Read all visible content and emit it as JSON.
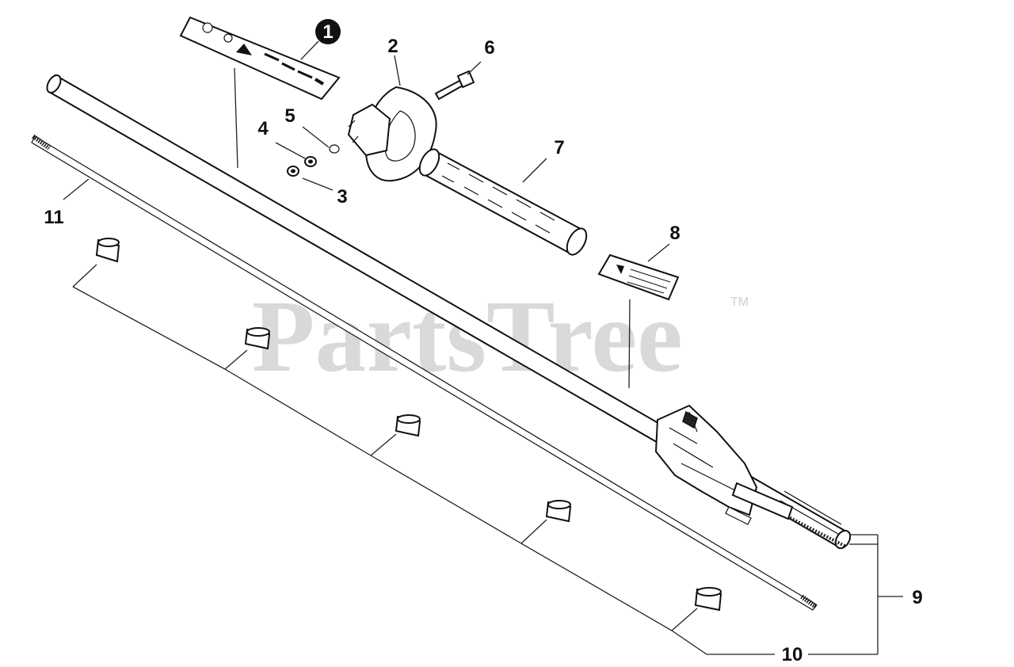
{
  "diagram": {
    "watermark": "PartsTree",
    "trademark": "TM",
    "callouts": {
      "c1": "1",
      "c2": "2",
      "c3": "3",
      "c4": "4",
      "c5": "5",
      "c6": "6",
      "c7": "7",
      "c8": "8",
      "c9": "9",
      "c10": "10",
      "c11": "11"
    },
    "colors": {
      "line": "#111111",
      "watermark": "#d9d9d9",
      "callout_badge": "#111111"
    }
  }
}
